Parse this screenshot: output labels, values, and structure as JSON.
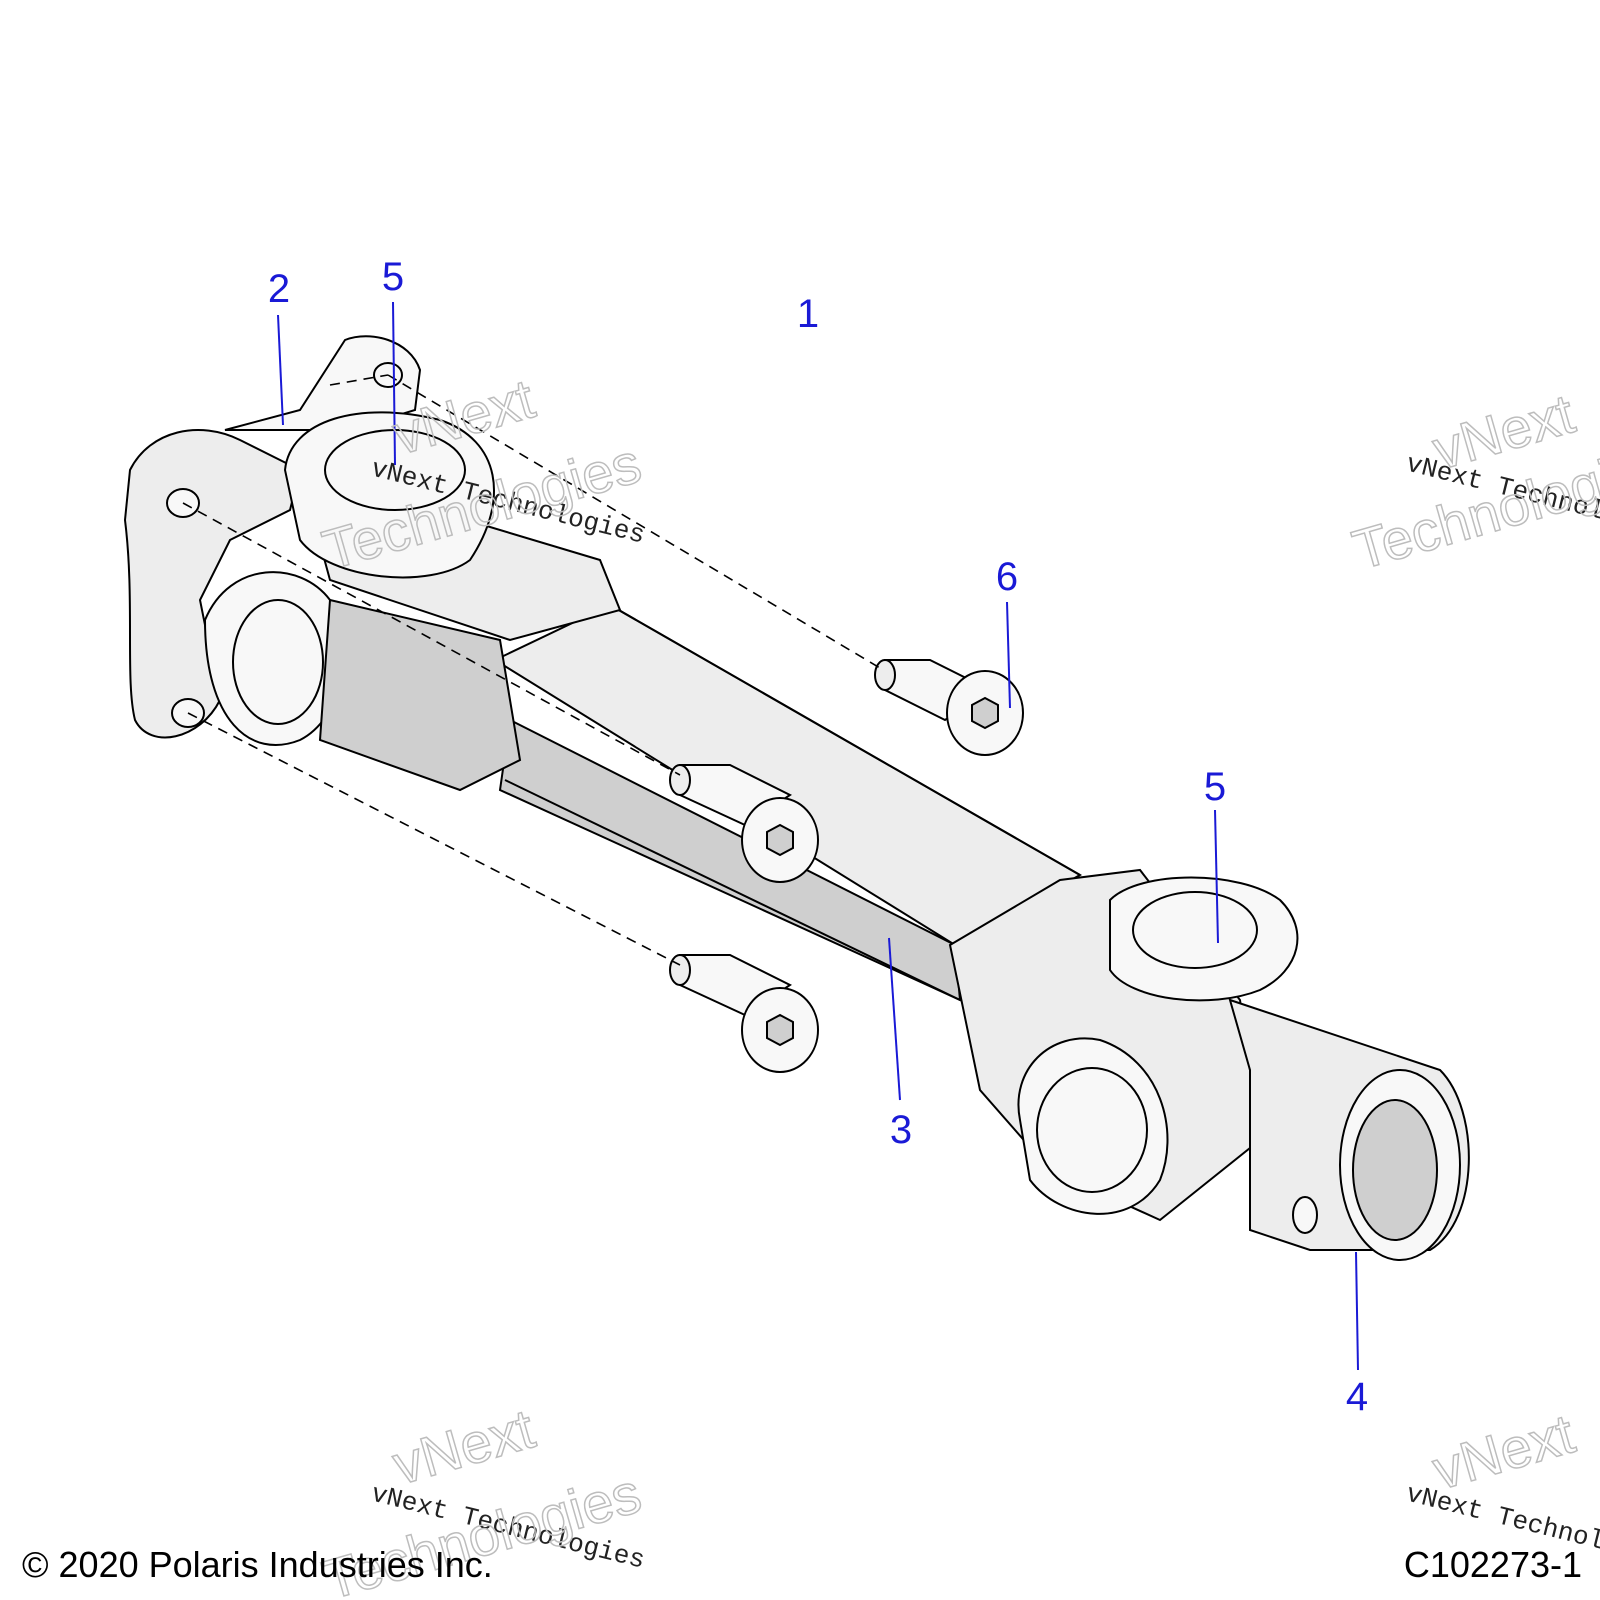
{
  "callouts": [
    "1",
    "2",
    "3",
    "4",
    "5",
    "5",
    "6"
  ],
  "watermark": {
    "line1": "vNext Technologies",
    "word1": "vNext",
    "word2": "Technologies"
  },
  "footer": {
    "copyright": "© 2020 Polaris Industries Inc.",
    "figure_id": "C102273-1"
  },
  "colors": {
    "callout": "#1a1ad6"
  }
}
